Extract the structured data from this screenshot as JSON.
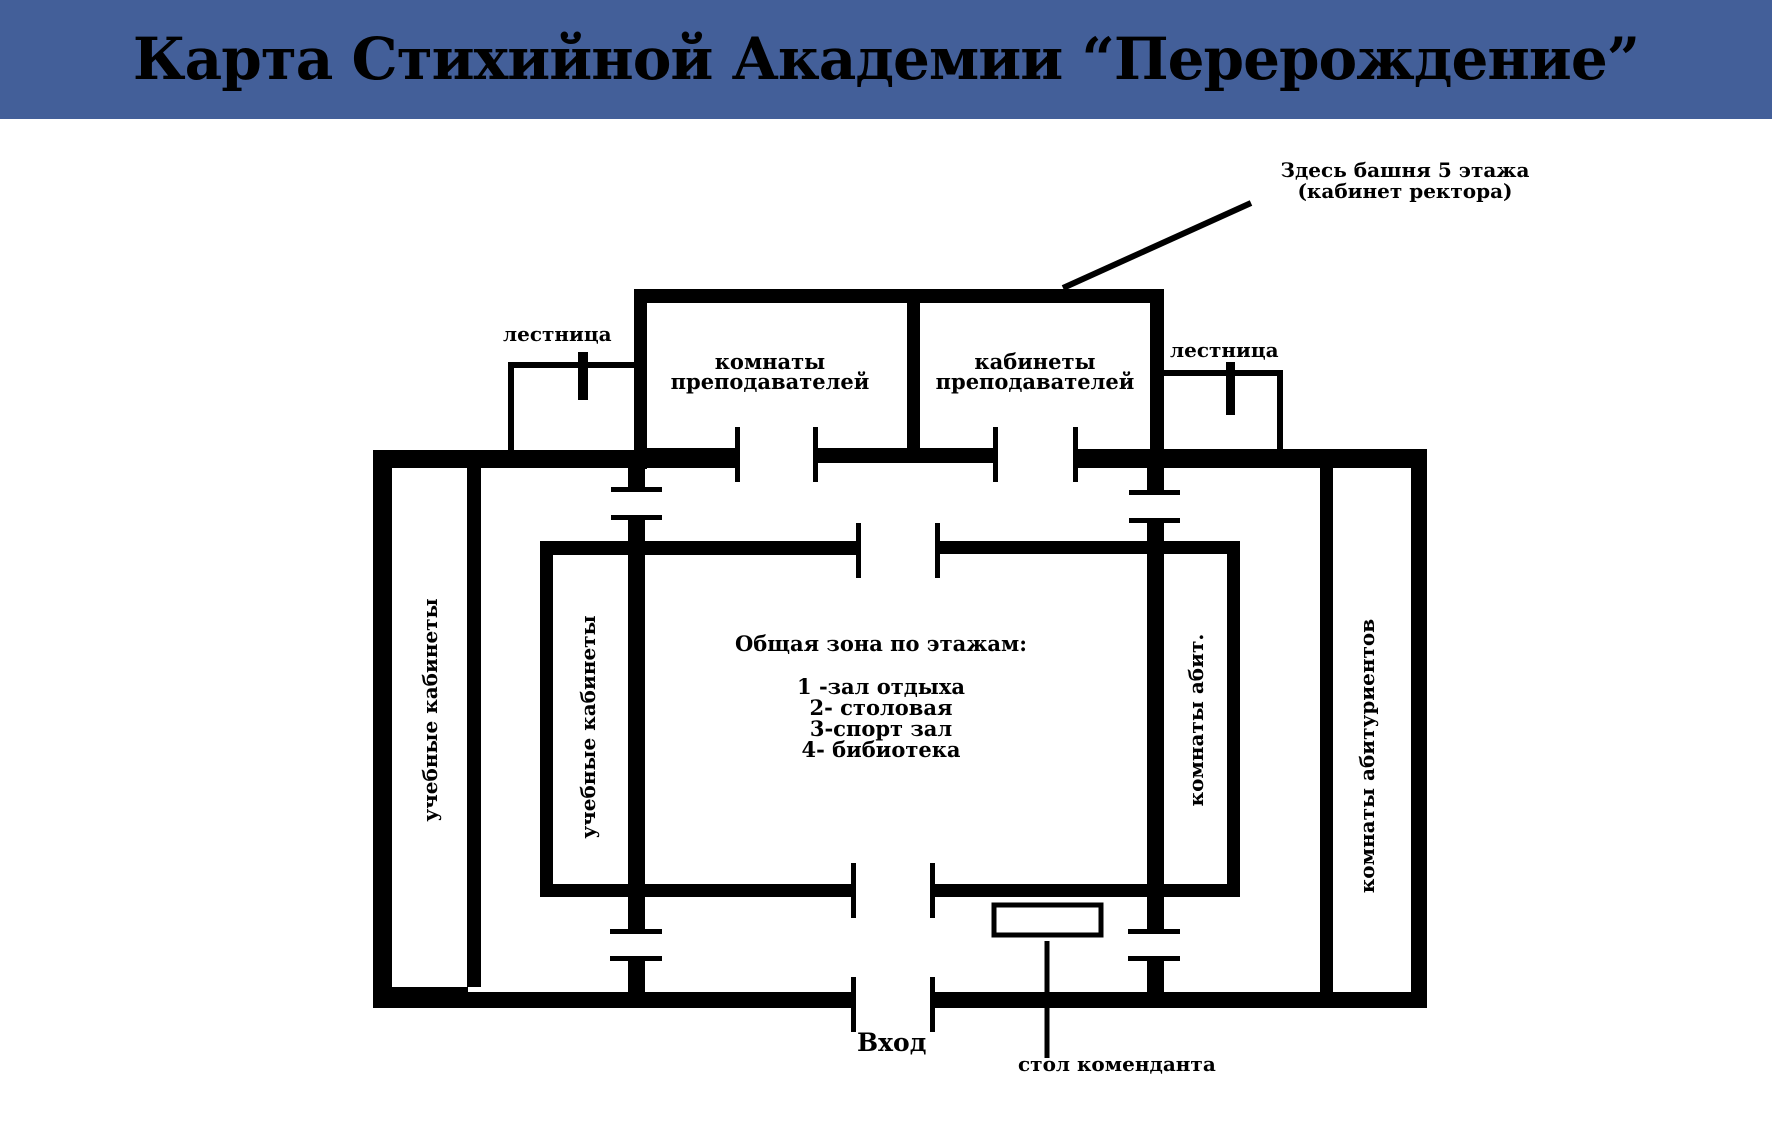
{
  "header": {
    "title": "Карта Стихийной Академии “Перерождение”",
    "background_color": "#435F99"
  },
  "annotations": {
    "tower_line1": "Здесь башня 5 этажа",
    "tower_line2": "(кабинет ректора)",
    "stairs_left": "лестница",
    "stairs_right": "лестница",
    "entrance": "Вход",
    "commandant_desk": "стол коменданта"
  },
  "rooms": {
    "teacher_rooms_line1": "комнаты",
    "teacher_rooms_line2": "преподавателей",
    "teacher_offices_line1": "кабинеты",
    "teacher_offices_line2": "преподавателей",
    "classrooms_outer": "учебные кабинеты",
    "classrooms_inner": "учебные кабинеты",
    "applicant_rooms_short": "комнаты абит.",
    "applicant_rooms_full": "комнаты абитуриентов"
  },
  "common_zone": {
    "heading": "Общая зона по этажам:",
    "floors": [
      "1 -зал отдыха",
      "2- столовая",
      "3-спорт зал",
      "4- бибиотека"
    ]
  }
}
